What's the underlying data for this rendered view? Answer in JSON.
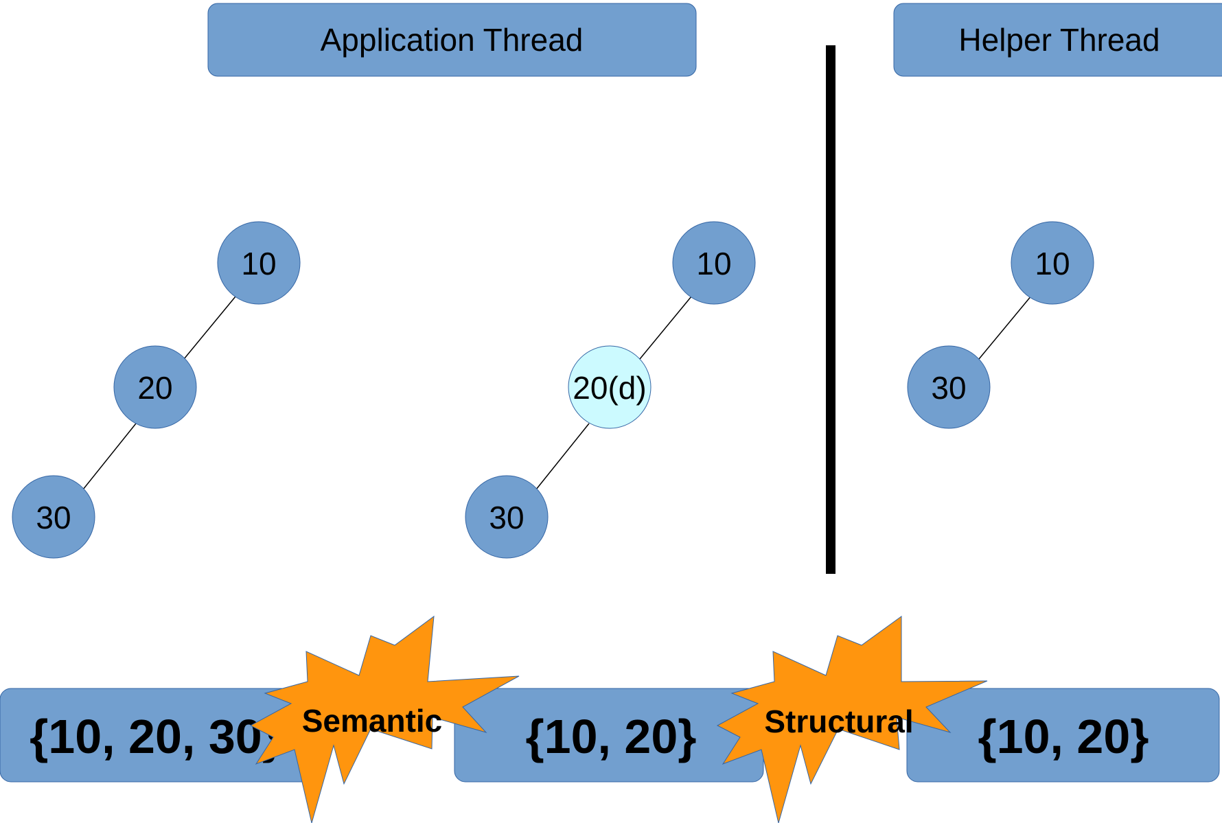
{
  "headers": {
    "application_thread": "Application Thread",
    "helper_thread": "Helper Thread"
  },
  "trees": {
    "original": {
      "n10": "10",
      "n20": "20",
      "n30": "30"
    },
    "marked": {
      "n10": "10",
      "n20": "20(d)",
      "n30": "30"
    },
    "helper": {
      "n10": "10",
      "n30": "30"
    }
  },
  "sets": {
    "first": "{10, 20, 30}",
    "second": "{10, 20}",
    "third": "{10, 20}"
  },
  "bursts": {
    "semantic": "Semantic",
    "structural": "Structural"
  },
  "colors": {
    "node_fill": "#729fcf",
    "node_stroke": "#3465a4",
    "deleted_node_fill": "#ccfaff",
    "burst_fill": "#ff950e",
    "divider": "#000000"
  }
}
